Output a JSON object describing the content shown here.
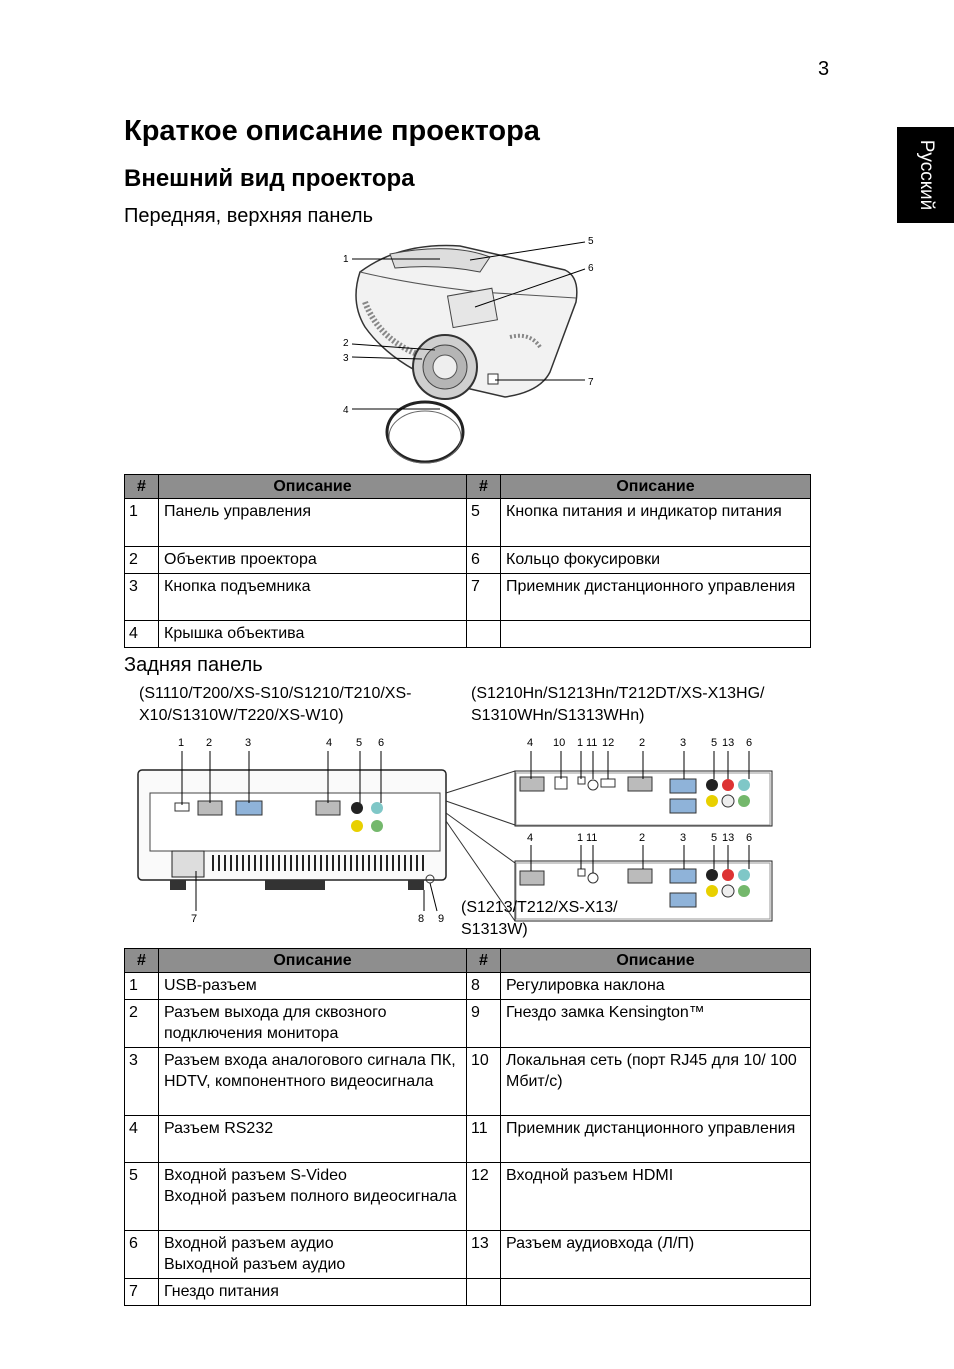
{
  "page_number": "3",
  "language_tab": "Русский",
  "title": "Краткое описание проектора",
  "subtitle": "Внешний вид проектора",
  "front": {
    "heading": "Передняя, верхняя панель",
    "callouts": [
      "1",
      "2",
      "3",
      "4",
      "5",
      "6",
      "7"
    ],
    "table": {
      "headers": [
        "#",
        "Описание",
        "#",
        "Описание"
      ],
      "rows": [
        [
          "1",
          "Панель управления",
          "5",
          "Кнопка питания и индикатор питания"
        ],
        [
          "2",
          "Объектив проектора",
          "6",
          "Кольцо фокусировки"
        ],
        [
          "3",
          "Кнопка подъемника",
          "7",
          "Приемник дистанционного управления"
        ],
        [
          "4",
          "Крышка объектива",
          "",
          ""
        ]
      ]
    }
  },
  "rear": {
    "heading": "Задняя панель",
    "models_a": [
      "(S1110/T200/XS-S10/S1210/T210/XS-",
      "X10/S1310W/T220/XS-W10)"
    ],
    "models_b": [
      "(S1210Hn/S1213Hn/T212DT/XS-X13HG/",
      "S1310WHn/S1313WHn)"
    ],
    "models_c": [
      "(S1213/T212/XS-X13/",
      "S1313W)"
    ],
    "callouts_a": [
      "1",
      "2",
      "3",
      "4",
      "5",
      "6",
      "7",
      "8",
      "9"
    ],
    "callouts_b": [
      "4",
      "10",
      "1",
      "11",
      "12",
      "2",
      "3",
      "5",
      "13",
      "6"
    ],
    "callouts_c": [
      "4",
      "1",
      "11",
      "2",
      "3",
      "5",
      "13",
      "6"
    ],
    "table": {
      "headers": [
        "#",
        "Описание",
        "#",
        "Описание"
      ],
      "rows": [
        [
          "1",
          "USB-разъем",
          "8",
          "Регулировка наклона"
        ],
        [
          "2",
          "Разъем выхода для сквозного подключения монитора",
          "9",
          "Гнездо замка Kensington™"
        ],
        [
          "3",
          "Разъем входа аналогового сигнала ПК, HDTV, компонентного видеосигнала",
          "10",
          "Локальная сеть (порт RJ45 для 10/ 100 Мбит/с)"
        ],
        [
          "4",
          "Разъем RS232",
          "11",
          "Приемник дистанционного управления"
        ],
        [
          "5",
          "Входной разъем S-Video\nВходной разъем полного видеосигнала",
          "12",
          "Входной разъем HDMI"
        ],
        [
          "6",
          "Входной разъем аудио\nВыходной разъем аудио",
          "13",
          "Разъем аудиовхода (Л/П)"
        ],
        [
          "7",
          "Гнездо питания",
          "",
          ""
        ]
      ]
    }
  }
}
